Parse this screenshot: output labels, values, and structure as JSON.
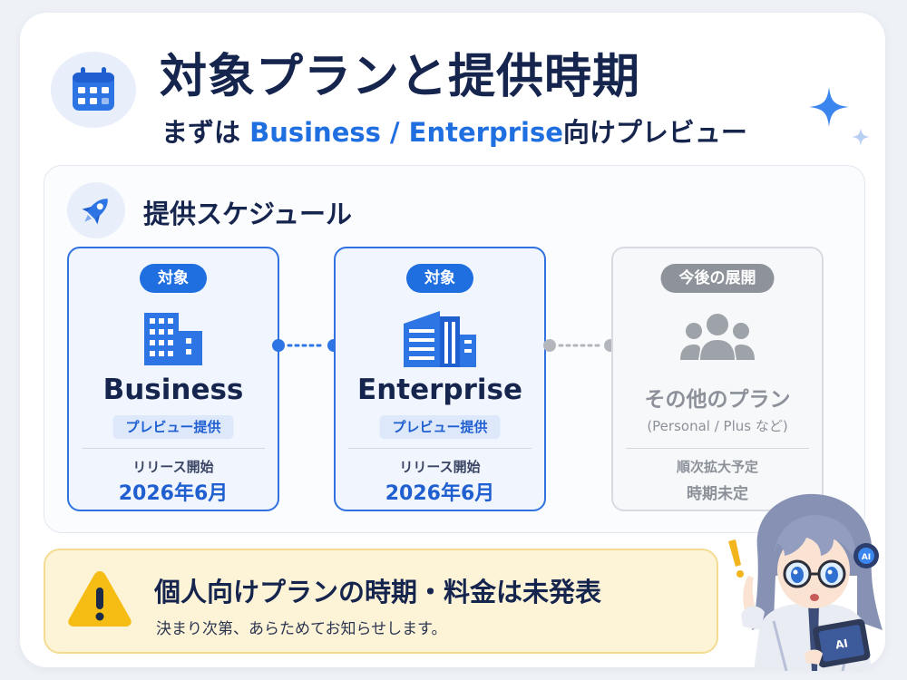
{
  "header": {
    "title": "対象プランと提供時期",
    "subtitle_prefix": "まずは ",
    "subtitle_highlight": "Business / Enterprise",
    "subtitle_suffix": "向けプレビュー"
  },
  "schedule": {
    "title": "提供スケジュール",
    "plans": [
      {
        "tag": "対象",
        "name": "Business",
        "chip": "プレビュー提供",
        "release_label": "リリース開始",
        "release_date": "2026年6月"
      },
      {
        "tag": "対象",
        "name": "Enterprise",
        "chip": "プレビュー提供",
        "release_label": "リリース開始",
        "release_date": "2026年6月"
      },
      {
        "tag": "今後の展開",
        "name": "その他のプラン",
        "note": "(Personal / Plus など)",
        "release_label": "順次拡大予定",
        "release_date": "時期未定"
      }
    ]
  },
  "notice": {
    "title": "個人向けプランの時期・料金は未発表",
    "body": "決まり次第、あらためてお知らせします。"
  },
  "mascot": {
    "badge": "AI",
    "tablet": "AI"
  },
  "colors": {
    "accent": "#1f6fe0",
    "title": "#16254e",
    "muted": "#8e939b",
    "warning_bg": "#fdf4d8",
    "warning_icon": "#f5bd13"
  }
}
